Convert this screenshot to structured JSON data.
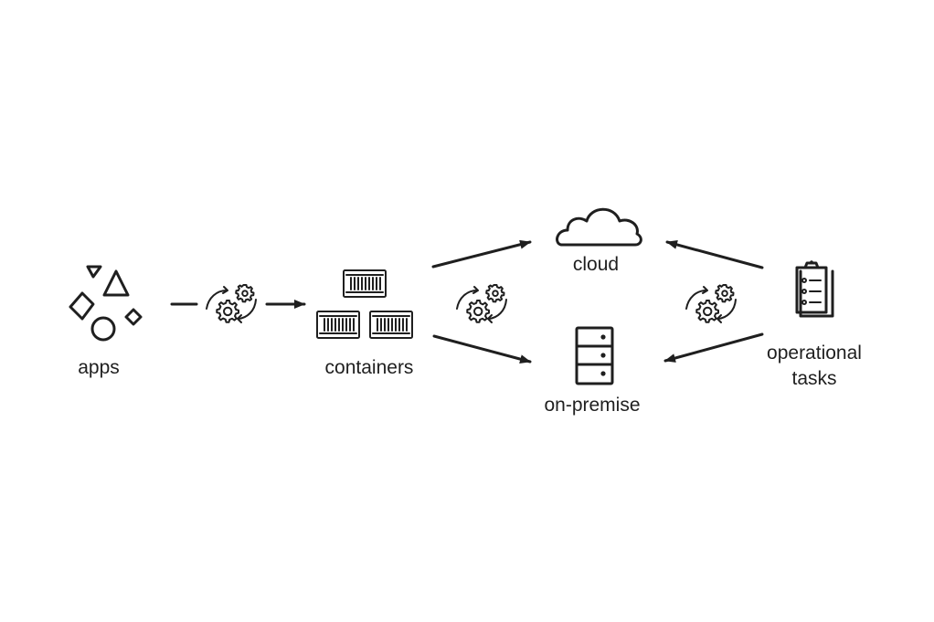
{
  "nodes": {
    "apps": {
      "label": "apps",
      "icon": "shapes-icon"
    },
    "containers": {
      "label": "containers",
      "icon": "shipping-containers-icon"
    },
    "cloud": {
      "label": "cloud",
      "icon": "cloud-icon"
    },
    "on_premise": {
      "label": "on-premise",
      "icon": "server-rack-icon"
    },
    "operational_tasks": {
      "label_line1": "operational",
      "label_line2": "tasks",
      "icon": "clipboard-checklist-icon"
    }
  },
  "process_icons": [
    "gears-cycle-icon",
    "gears-cycle-icon",
    "gears-cycle-icon"
  ],
  "colors": {
    "ink": "#1f1f1f",
    "background": "#ffffff"
  }
}
